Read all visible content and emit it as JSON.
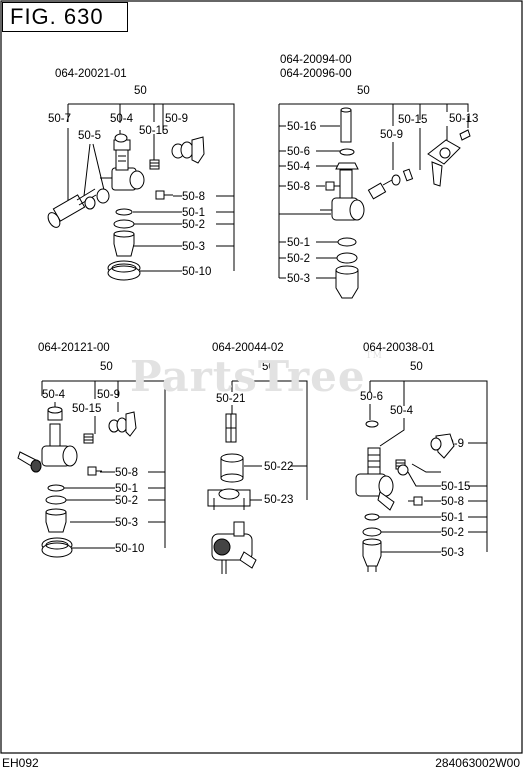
{
  "figure_title": "FIG. 630",
  "footer": {
    "left": "EH092",
    "right": "284063002W00"
  },
  "watermark": {
    "text": "PartsTree",
    "mark": "TM"
  },
  "assemblies": [
    {
      "part_number": "064-20021-01",
      "parent_ref": "50",
      "callouts": [
        "50-7",
        "50-5",
        "50-4",
        "50-15",
        "50-9",
        "50-8",
        "50-1",
        "50-2",
        "50-3",
        "50-10"
      ]
    },
    {
      "part_number": "064-20094-00",
      "part_number_alt": "064-20096-00",
      "parent_ref": "50",
      "callouts": [
        "50-16",
        "50-6",
        "50-4",
        "50-8",
        "50-9",
        "50-15",
        "50-13",
        "50-1",
        "50-2",
        "50-3"
      ]
    },
    {
      "part_number": "064-20121-00",
      "parent_ref": "50",
      "callouts": [
        "50-4",
        "50-15",
        "50-9",
        "50-8",
        "50-1",
        "50-2",
        "50-3",
        "50-10"
      ]
    },
    {
      "part_number": "064-20044-02",
      "parent_ref": "50",
      "callouts": [
        "50-21",
        "50-22",
        "50-23"
      ]
    },
    {
      "part_number": "064-20038-01",
      "parent_ref": "50",
      "callouts": [
        "50-6",
        "50-4",
        "50-9",
        "50-15",
        "50-8",
        "50-1",
        "50-2",
        "50-3"
      ]
    }
  ]
}
